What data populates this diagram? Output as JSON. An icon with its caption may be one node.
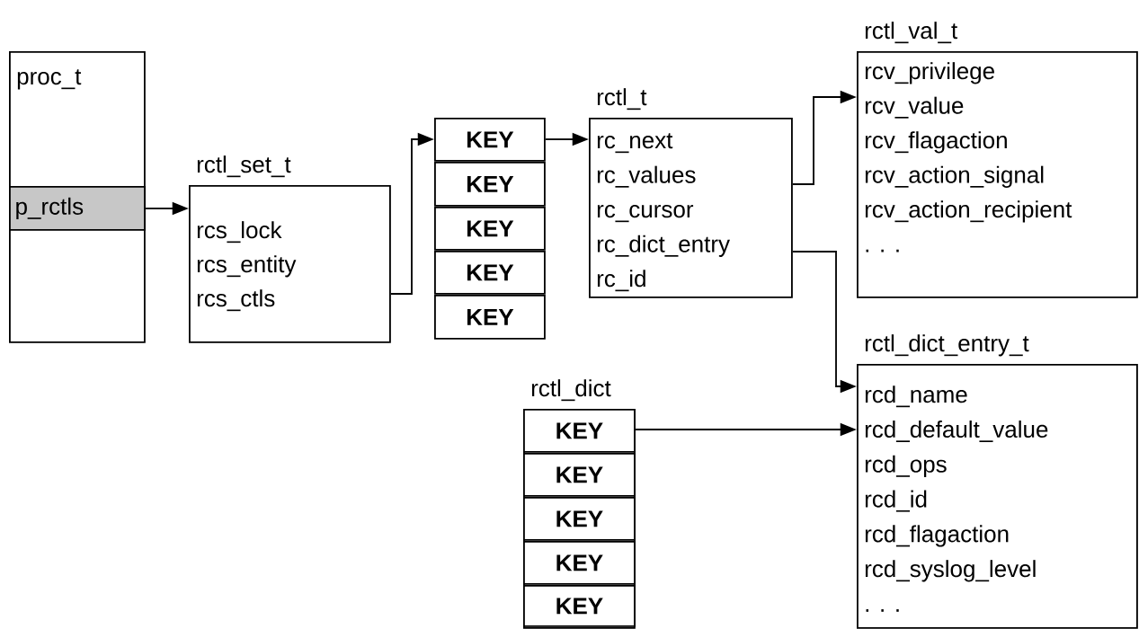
{
  "diagram": {
    "nodes": [
      {
        "text": [
          "proc_t"
        ]
      },
      {
        "text": [
          "p_rctls"
        ],
        "in": 0
      },
      {
        "text": [
          "rctl_set_t",
          "rcs_lock",
          "rcs_entity",
          "rcs_ctls"
        ]
      },
      {
        "text": [
          "KEY"
        ]
      },
      {
        "text": [
          "KEY"
        ]
      },
      {
        "text": [
          "KEY"
        ]
      },
      {
        "text": [
          "KEY"
        ]
      },
      {
        "text": [
          "KEY"
        ]
      },
      {
        "text": [
          "rctl_t",
          "rc_next",
          "rc_values",
          "rc_cursor",
          "rc_dict_entry",
          "rc_id"
        ]
      },
      {
        "text": [
          "rctl_val_t",
          "rcv_privilege",
          "rcv_value",
          "rcv_flagaction",
          "rcv_action_signal",
          "rcv_action_recipient",
          ". . ."
        ]
      },
      {
        "text": [
          "rctl_dict_entry_t",
          "rcd_name",
          "rcd_default_value",
          "rcd_ops",
          "rcd_id",
          "rcd_flagaction",
          "rcd_syslog_level",
          ". . ."
        ]
      },
      {
        "text": [
          "rctl_dict"
        ]
      },
      {
        "text": [
          "KEY"
        ],
        "in": 11
      },
      {
        "text": [
          "KEY"
        ],
        "in": 11
      },
      {
        "text": [
          "KEY"
        ],
        "in": 11
      },
      {
        "text": [
          "KEY"
        ],
        "in": 11
      },
      {
        "text": [
          "KEY"
        ],
        "in": 11
      }
    ],
    "edges": [
      {
        "from": 1,
        "to": 2,
        "arrow": "to"
      },
      {
        "from": 2,
        "to": 3,
        "arrow": "to"
      },
      {
        "from": 3,
        "to": 8,
        "arrow": "to"
      },
      {
        "from": 8,
        "to": 9,
        "arrow": "to"
      },
      {
        "from": 8,
        "to": 10,
        "arrow": "to"
      },
      {
        "from": 12,
        "to": 10,
        "arrow": "to"
      }
    ]
  }
}
